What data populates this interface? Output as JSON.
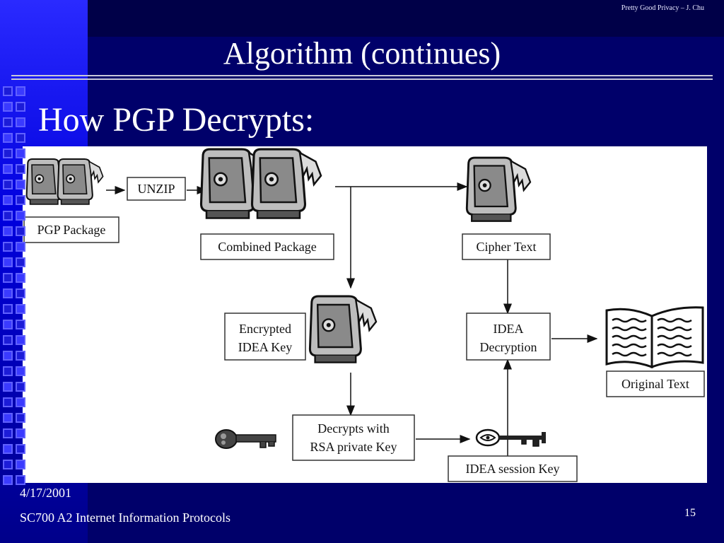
{
  "header": {
    "credit": "Pretty Good Privacy – J. Chu",
    "title": "Algorithm (continues)"
  },
  "heading": "How PGP Decrypts:",
  "diagram": {
    "nodes": {
      "pgp_package": "PGP Package",
      "unzip": "UNZIP",
      "combined_package": "Combined Package",
      "cipher_text": "Cipher Text",
      "encrypted_key_line1": "Encrypted",
      "encrypted_key_line2": "IDEA Key",
      "idea_decryption_line1": "IDEA",
      "idea_decryption_line2": "Decryption",
      "original_text": "Original Text",
      "rsa_decrypt_line1": "Decrypts with",
      "rsa_decrypt_line2": "RSA private Key",
      "idea_session_key": "IDEA session Key"
    },
    "icons": [
      "safe-icon",
      "open-book-icon",
      "key-icon"
    ]
  },
  "footer": {
    "date": "4/17/2001",
    "course": "SC700 A2 Internet Information Protocols",
    "page": "15"
  },
  "colors": {
    "background": "#00006a",
    "accent": "#2a2aff",
    "title_text": "#ffffff"
  }
}
